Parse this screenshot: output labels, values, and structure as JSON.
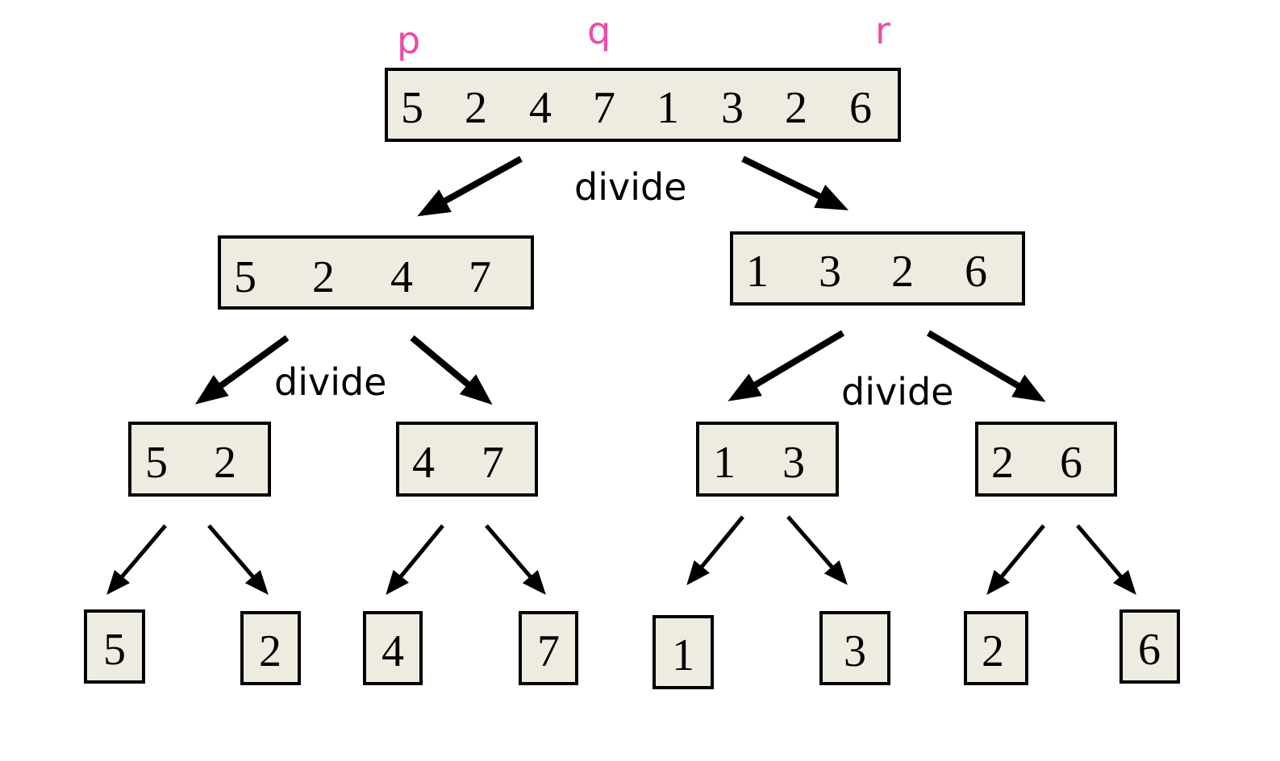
{
  "annotations": {
    "p": "p",
    "q": "q",
    "r": "r"
  },
  "colors": {
    "box_fill": "#eeebe1",
    "annotation": "#ee4aa8",
    "stroke": "#000000"
  },
  "levels": [
    [
      [
        "5",
        "2",
        "4",
        "7",
        "1",
        "3",
        "2",
        "6"
      ]
    ],
    [
      [
        "5",
        "2",
        "4",
        "7"
      ],
      [
        "1",
        "3",
        "2",
        "6"
      ]
    ],
    [
      [
        "5",
        "2"
      ],
      [
        "4",
        "7"
      ],
      [
        "1",
        "3"
      ],
      [
        "2",
        "6"
      ]
    ],
    [
      [
        "5"
      ],
      [
        "2"
      ],
      [
        "4"
      ],
      [
        "7"
      ],
      [
        "1"
      ],
      [
        "3"
      ],
      [
        "2"
      ],
      [
        "6"
      ]
    ]
  ],
  "divide_labels": [
    "divide",
    "divide",
    "divide"
  ]
}
